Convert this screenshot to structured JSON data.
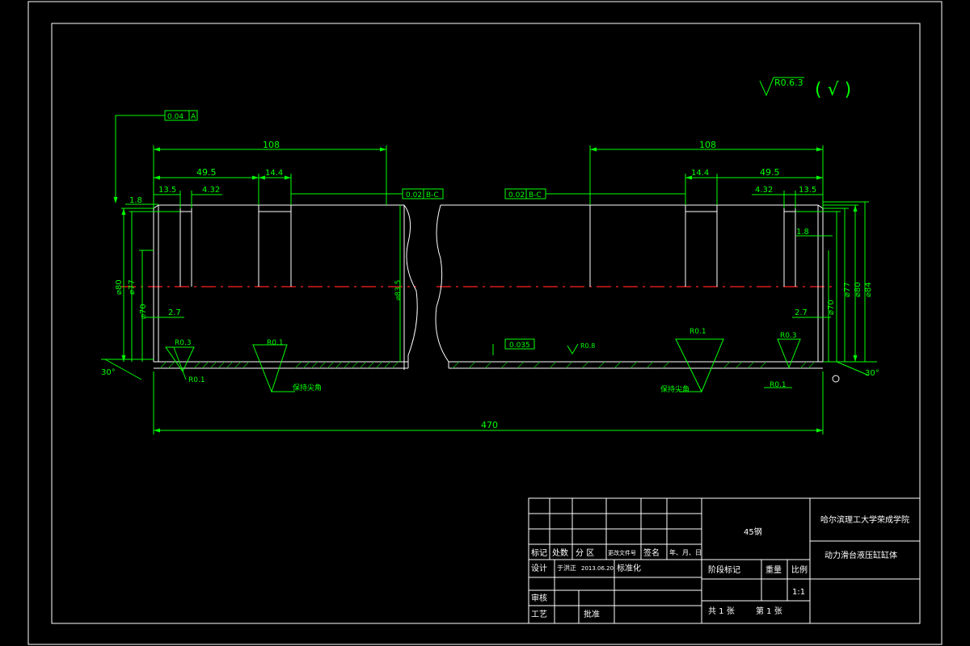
{
  "roughness": {
    "general": "R0.6.3",
    "paren_symbol": "( √ )"
  },
  "tolerances": {
    "runout_top": "0.04",
    "runout_datum": "A",
    "parallel_left": "0.02",
    "parallel_left_datum": "B-C",
    "parallel_right": "0.02",
    "parallel_right_datum": "B-C",
    "flatness_bottom": "0.035"
  },
  "dimensions": {
    "left_total": "108",
    "right_total": "108",
    "left_49": "49.5",
    "right_49": "49.5",
    "left_144": "14.4",
    "right_144": "14.4",
    "left_135": "13.5",
    "right_135": "13.5",
    "left_432": "4.32",
    "right_432": "4.32",
    "left_18": "1.8",
    "right_18": "1.8",
    "left_27": "2.7",
    "right_27": "2.7",
    "overall": "470",
    "d80_left": "⌀80",
    "d77_left": "⌀77",
    "d70_left": "⌀70",
    "d835": "⌀83.5",
    "d77_right": "⌀77",
    "d80_right": "⌀80",
    "d84_right": "⌀84",
    "d70_right": "⌀70",
    "angle_left": "30°",
    "angle_right": "30°"
  },
  "notes": {
    "r03_left": "R0.3",
    "r01_left_bottom": "R0.1",
    "r01_groove_left": "R0.1",
    "keep_sharp_left": "保持尖角",
    "r01_groove_right": "R0.1",
    "r03_right": "R0.3",
    "r01_right_bottom": "R0.1",
    "keep_sharp_right": "保持尖角",
    "rough_bottom": "R0.8"
  },
  "title_block": {
    "material": "45钢",
    "school": "哈尔滨理工大学荣成学院",
    "drawing_name": "动力滑台液压缸缸体",
    "row_labels": [
      "标记",
      "处数",
      "分 区",
      "更改文件号",
      "签名",
      "年、月、日"
    ],
    "design_label": "设计",
    "designer": "于洪正",
    "design_date": "2013.06.20",
    "standard_label": "标准化",
    "review_label": "审核",
    "process_label": "工艺",
    "approve_label": "批准",
    "stage_label": "阶段标记",
    "weight_label": "重量",
    "scale_label": "比例",
    "scale_value": "1:1",
    "sheets_total": "共 1 张",
    "sheet_no": "第 1 张"
  }
}
